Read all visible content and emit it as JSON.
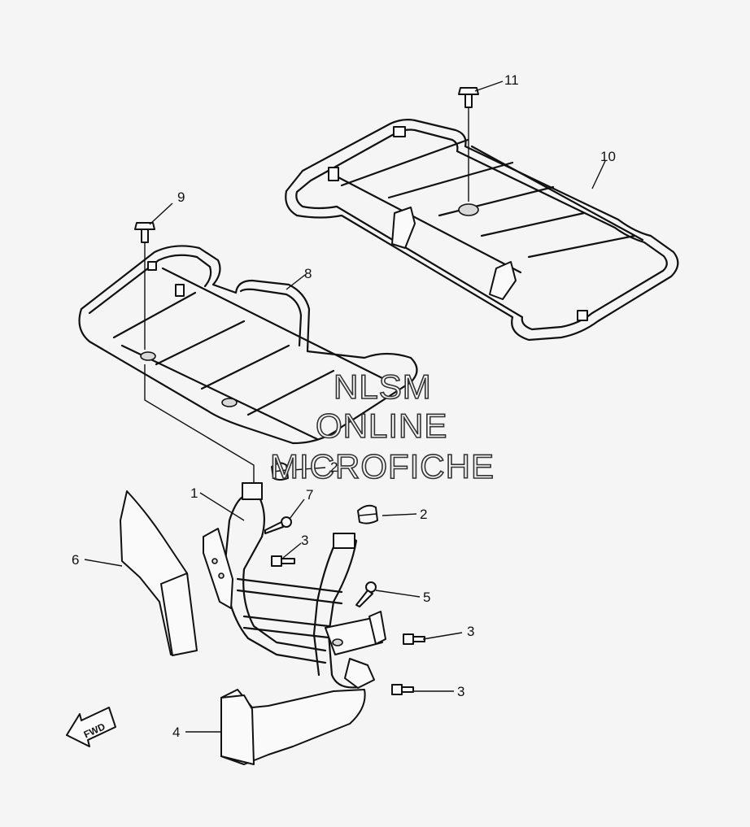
{
  "callouts": [
    "1",
    "2",
    "2",
    "3",
    "3",
    "3",
    "4",
    "5",
    "6",
    "7",
    "8",
    "9",
    "10",
    "11"
  ],
  "fwd_label": "FWD",
  "watermark": [
    "NLSM",
    "ONLINE",
    "MICROFICHE"
  ]
}
